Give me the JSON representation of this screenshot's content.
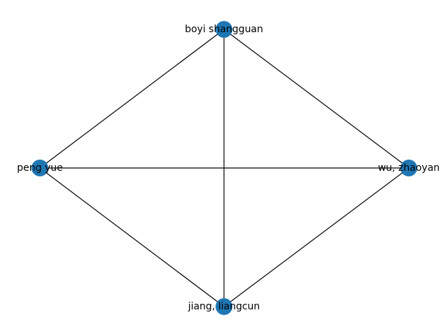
{
  "graph": {
    "node_color": "#1f77b4",
    "edge_color": "#000000",
    "label_color": "#000000",
    "nodes": [
      {
        "id": "boyi",
        "label": "boyi shangguan"
      },
      {
        "id": "peng",
        "label": "peng yue"
      },
      {
        "id": "wu",
        "label": "wu, zhaoyan"
      },
      {
        "id": "jiang",
        "label": "jiang, liangcun"
      }
    ],
    "edges": [
      {
        "source": "boyi",
        "target": "peng"
      },
      {
        "source": "boyi",
        "target": "wu"
      },
      {
        "source": "boyi",
        "target": "jiang"
      },
      {
        "source": "peng",
        "target": "wu"
      },
      {
        "source": "peng",
        "target": "jiang"
      },
      {
        "source": "wu",
        "target": "jiang"
      }
    ]
  }
}
